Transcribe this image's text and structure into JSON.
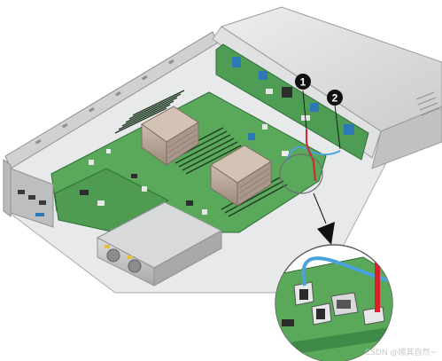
{
  "callouts": [
    {
      "label": "1"
    },
    {
      "label": "2"
    }
  ],
  "watermark": "CSDN @顺其自然~",
  "colors": {
    "pcb_green": "#5aa85a",
    "pcb_dark": "#3f8a46",
    "chassis": "#d9dbdc",
    "chassis_edge": "#9a9c9e",
    "heatsink": "#b5a496",
    "cable_blue": "#4aa3dc",
    "cable_red": "#d8212a",
    "psu": "#c3c5c7",
    "callout": "#111111"
  }
}
